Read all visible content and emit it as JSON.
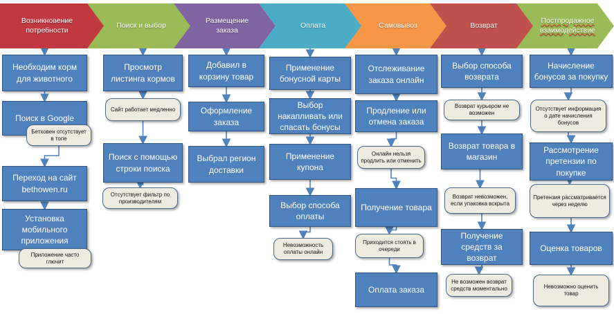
{
  "colors": {
    "stages": [
      "#c0393f",
      "#9bbb59",
      "#8064a2",
      "#4bacc6",
      "#f79646",
      "#c0504d",
      "#9bbb59"
    ],
    "step_fill": "#4f81bd",
    "note_fill": "#eeece1",
    "arrow": "#4f81bd"
  },
  "stages": [
    {
      "label": "Возникновение потребности",
      "steps": [
        "Необходим корм для животного",
        "Поиск в Google",
        "Переход на сайт bethowen.ru",
        "Установка мобильного приложения"
      ],
      "notes": [
        "Бетховен отсутствует в топе",
        "Приложение часто глючит"
      ]
    },
    {
      "label": "Поиск и выбор",
      "steps": [
        "Просмотр листинга кормов",
        "Поиск с помощью строки поиска"
      ],
      "notes": [
        "Сайт работает медленно",
        "Отсутствует фильтр по производителям"
      ]
    },
    {
      "label": "Размещение заказа",
      "steps": [
        "Добавил в корзину товар",
        "Оформление заказа",
        "Выбрал регион доставки"
      ],
      "notes": []
    },
    {
      "label": "Оплата",
      "steps": [
        "Применение бонусной карты",
        "Выбор накапливать или спасать бонусы",
        "Применение купона",
        "Выбор способа оплаты"
      ],
      "notes": [
        "Невозможность оплаты онлайн"
      ]
    },
    {
      "label": "Самовывоз",
      "steps": [
        "Отслеживание заказа онлайн",
        "Продление или отмена заказа",
        "Получение товара",
        "Оплата заказа"
      ],
      "notes": [
        "Онлайн нельзя продлить или отменить",
        "Приходится стоять в очереди"
      ]
    },
    {
      "label": "Возврат",
      "steps": [
        "Выбор способа возврата",
        "Возврат товара в магазин",
        "Получение средств за возврат"
      ],
      "notes": [
        "Возврат курьером не возможен",
        "Возврат невозможен, если упаковка вскрыта",
        "Не возможен возврат средств моментально"
      ]
    },
    {
      "label": "Постпродажное взаимодействие",
      "steps": [
        "Начисление бонусов за покупку",
        "Рассмотрение претензии по покупке",
        "Оценка товаров"
      ],
      "notes": [
        "Отсутствует информация о дате начисления бонусов",
        "Претензия рассматривается через неделю",
        "Невозможно оценить товар"
      ]
    }
  ]
}
